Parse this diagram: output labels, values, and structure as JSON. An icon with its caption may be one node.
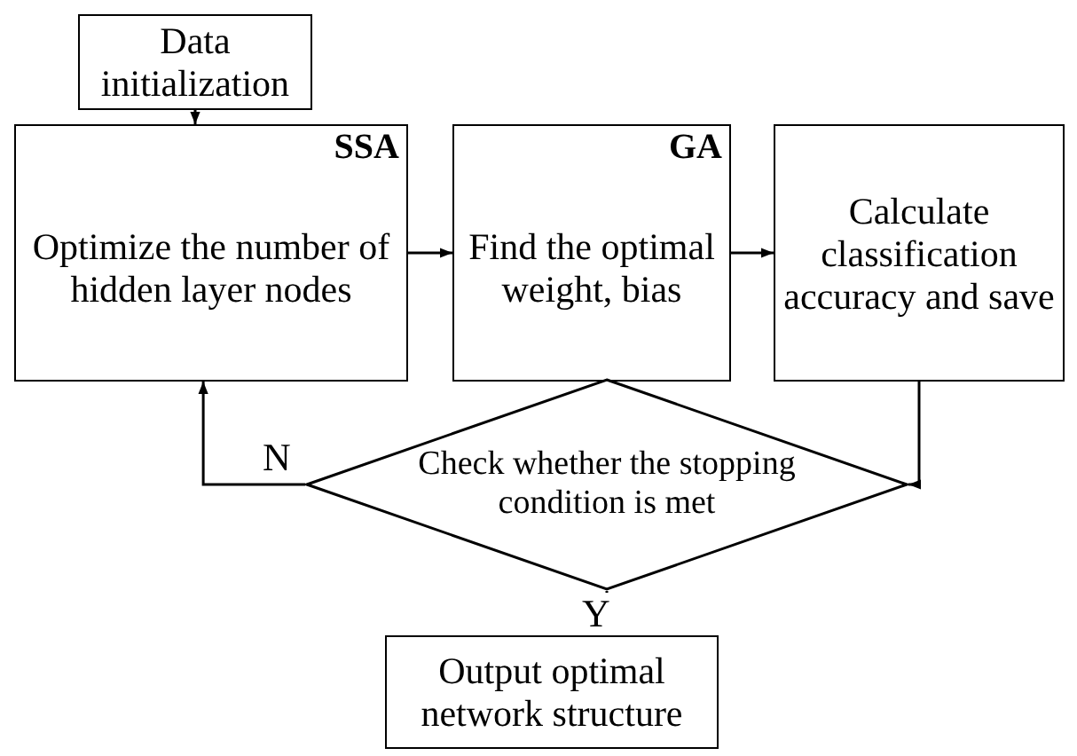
{
  "diagram": {
    "nodes": [
      {
        "text": [
          "Data initialization"
        ]
      },
      {
        "text": [
          "SSA",
          "Optimize the number of hidden layer nodes"
        ]
      },
      {
        "text": [
          "GA",
          "Find the optimal weight, bias"
        ]
      },
      {
        "text": [
          "Calculate classification accuracy and save"
        ]
      },
      {
        "text": [
          "Check whether the stopping condition is met"
        ]
      },
      {
        "text": [
          "Output optimal network structure"
        ]
      }
    ],
    "edges": [
      {
        "from": 0,
        "to": 1,
        "arrow": "to"
      },
      {
        "from": 1,
        "to": 2,
        "arrow": "to"
      },
      {
        "from": 2,
        "to": 3,
        "arrow": "to"
      },
      {
        "from": 3,
        "to": 4,
        "arrow": "to"
      },
      {
        "from": 4,
        "to": 1,
        "arrow": "to",
        "label": "N"
      },
      {
        "from": 4,
        "to": 5,
        "arrow": "to",
        "label": "Y"
      }
    ]
  }
}
